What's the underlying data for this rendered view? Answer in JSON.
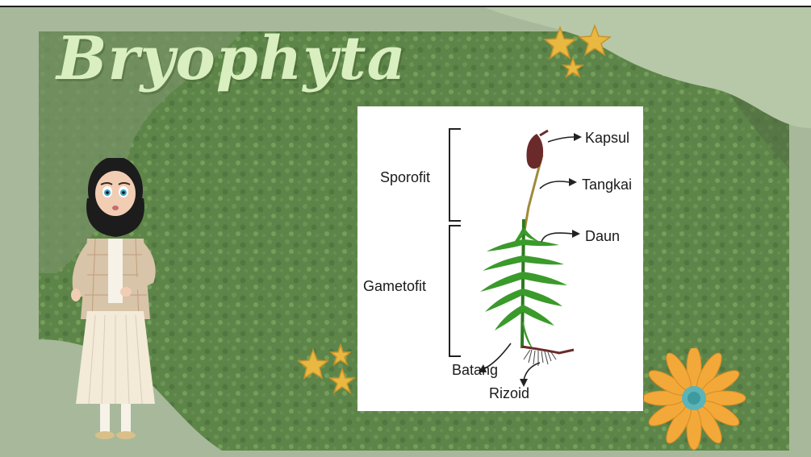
{
  "slide": {
    "title": "Bryophyta",
    "colors": {
      "title": "#d9efc0",
      "sage": "#a7b99a",
      "moss": "#4f7a38",
      "frame_line": "#1e1e1e"
    }
  },
  "diagram": {
    "labels": {
      "kapsul": "Kapsul",
      "tangkai": "Tangkai",
      "sporofit": "Sporofit",
      "daun": "Daun",
      "gametofit": "Gametofit",
      "batang": "Batang",
      "rizoid": "Rizoid"
    },
    "colors": {
      "capsule": "#6b2a2a",
      "leaf": "#3a9a2a",
      "stalk": "#a08a3a",
      "rhizoid": "#6b2a2a"
    }
  },
  "decorations": {
    "icons": [
      "star-icon",
      "flower-icon",
      "avatar-character"
    ],
    "colors": {
      "star": "#e8b840",
      "petal": "#f2a93a",
      "flower_center": "#5ab4b8"
    }
  }
}
